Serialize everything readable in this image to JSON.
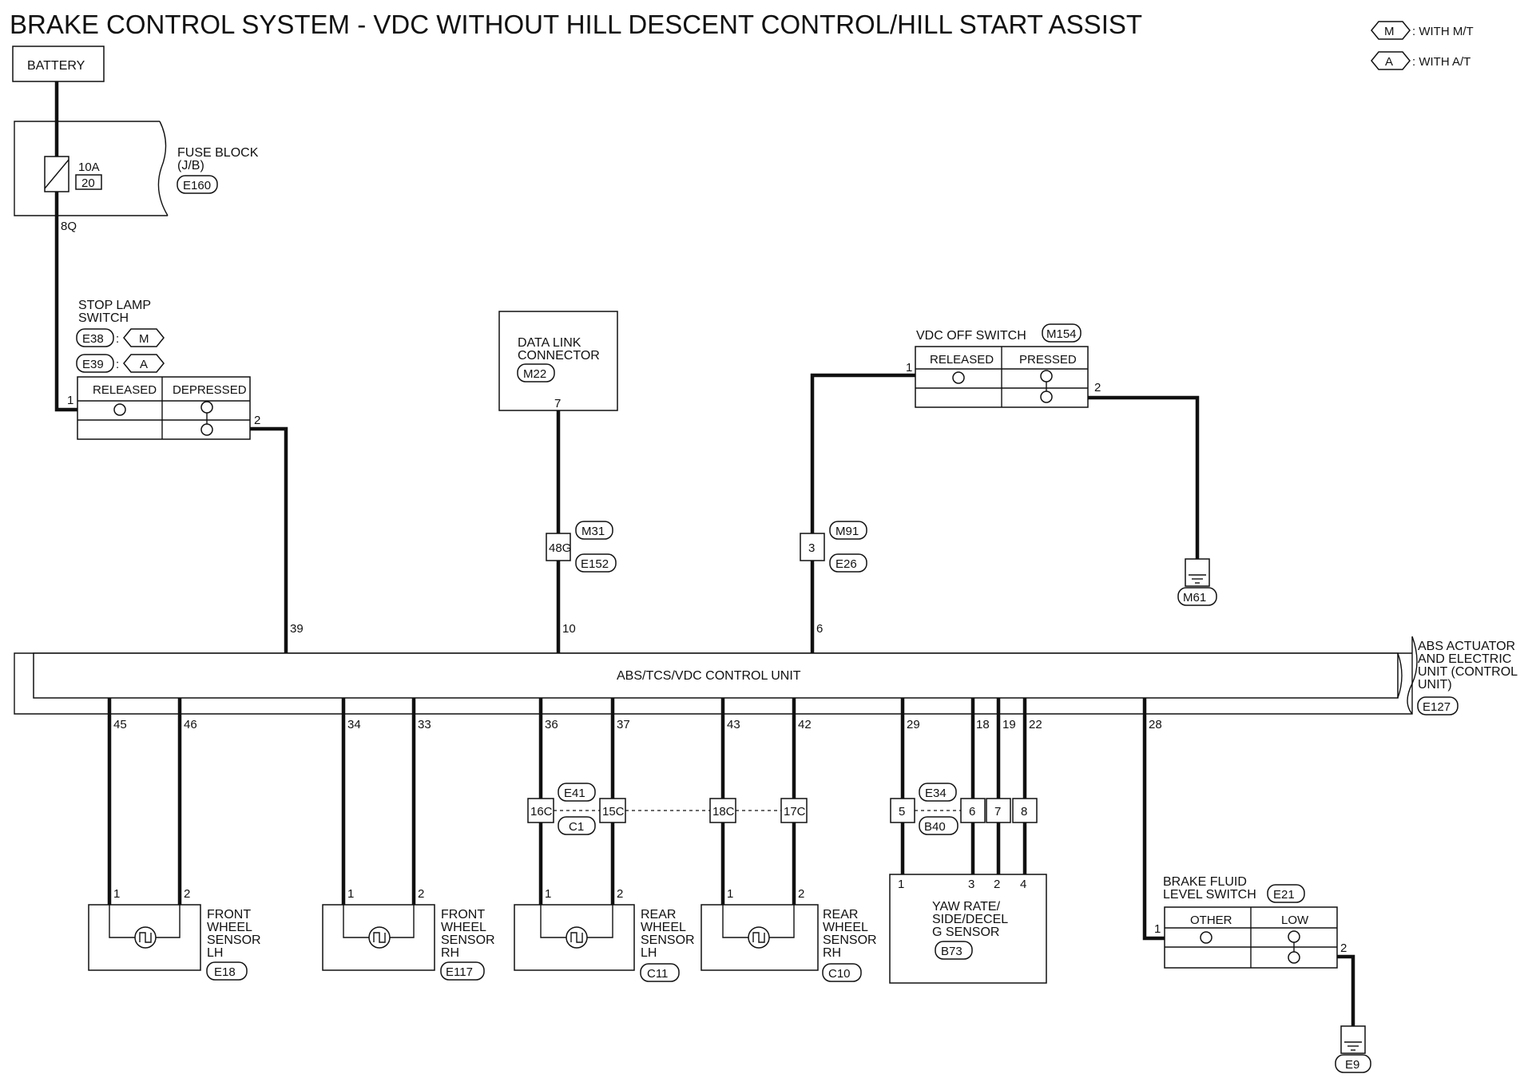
{
  "title": "BRAKE CONTROL SYSTEM - VDC WITHOUT HILL DESCENT CONTROL/HILL START ASSIST",
  "legend": {
    "m_code": "M",
    "m_text": ": WITH M/T",
    "a_code": "A",
    "a_text": ": WITH A/T"
  },
  "battery": "BATTERY",
  "fuse_block": {
    "line1": "FUSE BLOCK",
    "line2": "(J/B)",
    "connector": "E160",
    "rating": "10A",
    "fuse_no": "20",
    "pin": "8Q"
  },
  "stop_lamp_switch": {
    "line1": "STOP LAMP",
    "line2": "SWITCH",
    "conn_m": "E38",
    "conn_a": "E39",
    "tag_m": "M",
    "tag_a": "A",
    "state1": "RELEASED",
    "state2": "DEPRESSED",
    "pin1": "1",
    "pin2": "2"
  },
  "data_link": {
    "line1": "DATA LINK",
    "line2": "CONNECTOR",
    "connector": "M22",
    "pin": "7",
    "joint_pin": "48G",
    "joint_top": "M31",
    "joint_bottom": "E152"
  },
  "vdc_off_switch": {
    "label": "VDC OFF SWITCH",
    "connector": "M154",
    "state1": "RELEASED",
    "state2": "PRESSED",
    "pin1": "1",
    "pin2": "2",
    "joint_pin": "3",
    "joint_top": "M91",
    "joint_bottom": "E26",
    "ground": "M61"
  },
  "control_unit": {
    "name": "ABS/TCS/VDC CONTROL UNIT",
    "side_line1": "ABS ACTUATOR",
    "side_line2": "AND ELECTRIC",
    "side_line3": "UNIT (CONTROL",
    "side_line4": "UNIT)",
    "connector": "E127",
    "top_pins": [
      "39",
      "10",
      "6"
    ],
    "bottom_pins": [
      "45",
      "46",
      "34",
      "33",
      "36",
      "37",
      "43",
      "42",
      "29",
      "18",
      "19",
      "22",
      "28"
    ]
  },
  "joint_rear": {
    "top": "E41",
    "bottom": "C1",
    "pins": [
      "16C",
      "15C",
      "18C",
      "17C"
    ]
  },
  "joint_yaw": {
    "top": "E34",
    "bottom": "B40",
    "pins": [
      "5",
      "6",
      "7",
      "8"
    ]
  },
  "sensors": [
    {
      "line1": "FRONT",
      "line2": "WHEEL",
      "line3": "SENSOR",
      "line4": "LH",
      "connector": "E18",
      "pin1": "1",
      "pin2": "2"
    },
    {
      "line1": "FRONT",
      "line2": "WHEEL",
      "line3": "SENSOR",
      "line4": "RH",
      "connector": "E117",
      "pin1": "1",
      "pin2": "2"
    },
    {
      "line1": "REAR",
      "line2": "WHEEL",
      "line3": "SENSOR",
      "line4": "LH",
      "connector": "C11",
      "pin1": "1",
      "pin2": "2"
    },
    {
      "line1": "REAR",
      "line2": "WHEEL",
      "line3": "SENSOR",
      "line4": "RH",
      "connector": "C10",
      "pin1": "1",
      "pin2": "2"
    }
  ],
  "yaw_sensor": {
    "line1": "YAW RATE/",
    "line2": "SIDE/DECEL",
    "line3": "G SENSOR",
    "connector": "B73",
    "pins": [
      "1",
      "3",
      "2",
      "4"
    ]
  },
  "brake_fluid_switch": {
    "line1": "BRAKE FLUID",
    "line2": "LEVEL SWITCH",
    "connector": "E21",
    "state1": "OTHER",
    "state2": "LOW",
    "pin1": "1",
    "pin2": "2",
    "ground": "E9"
  }
}
